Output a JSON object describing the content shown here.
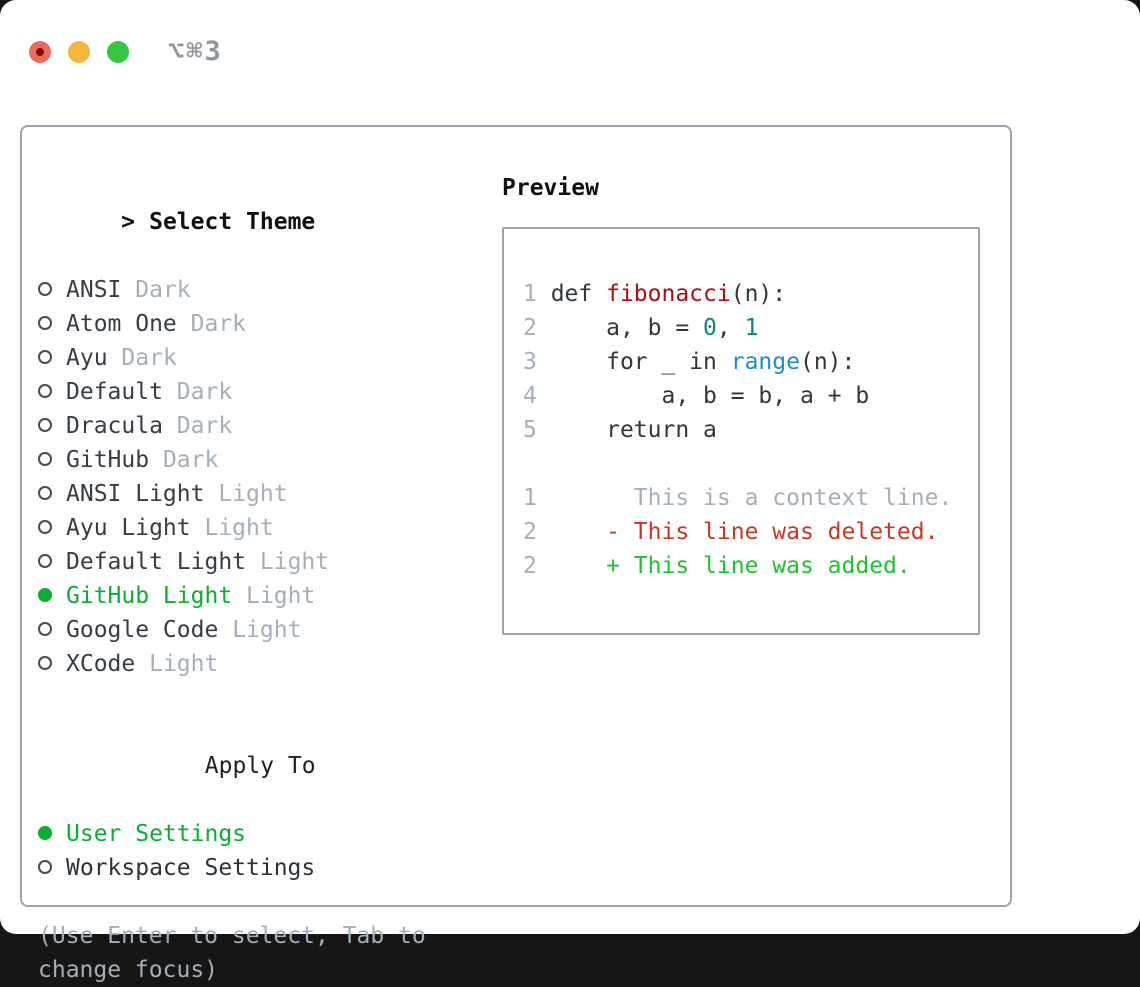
{
  "colors": {
    "traffic_red": "#ee6a5e",
    "traffic_red_dot": "#7d1007",
    "traffic_yellow": "#f5b63d",
    "traffic_green": "#36c63f",
    "title_gray": "#8f969d",
    "border_gray": "#9ba4ae",
    "text_dark": "#30373d",
    "muted_gray": "#a4afba",
    "selected_green": "#0bae35",
    "func_red": "#ae0e10",
    "number_teal": "#0e867b",
    "builtin_blue": "#1d8fc5",
    "diff_deleted_red": "#c43a24",
    "diff_added_green": "#20c230"
  },
  "titlebar": {
    "title": "⌥⌘3"
  },
  "sidebar": {
    "prompt": ">",
    "heading": "Select Theme",
    "themes": [
      {
        "name": "ANSI",
        "variant": "Dark",
        "selected": false
      },
      {
        "name": "Atom One",
        "variant": "Dark",
        "selected": false
      },
      {
        "name": "Ayu",
        "variant": "Dark",
        "selected": false
      },
      {
        "name": "Default",
        "variant": "Dark",
        "selected": false
      },
      {
        "name": "Dracula",
        "variant": "Dark",
        "selected": false
      },
      {
        "name": "GitHub",
        "variant": "Dark",
        "selected": false
      },
      {
        "name": "ANSI Light",
        "variant": "Light",
        "selected": false
      },
      {
        "name": "Ayu Light",
        "variant": "Light",
        "selected": false
      },
      {
        "name": "Default Light",
        "variant": "Light",
        "selected": false
      },
      {
        "name": "GitHub Light",
        "variant": "Light",
        "selected": true
      },
      {
        "name": "Google Code",
        "variant": "Light",
        "selected": false
      },
      {
        "name": "XCode",
        "variant": "Light",
        "selected": false
      }
    ],
    "apply_heading": "Apply To",
    "apply_options": [
      {
        "label": "User Settings",
        "selected": true
      },
      {
        "label": "Workspace Settings",
        "selected": false
      }
    ],
    "hint": "(Use Enter to select, Tab to change focus)"
  },
  "preview": {
    "heading": "Preview",
    "lines": [
      {
        "tokens": [
          {
            "t": "1 ",
            "c": "num"
          },
          {
            "t": "def ",
            "c": "plain"
          },
          {
            "t": "fibonacci",
            "c": "func"
          },
          {
            "t": "(n):",
            "c": "plain"
          }
        ]
      },
      {
        "tokens": [
          {
            "t": "2 ",
            "c": "num"
          },
          {
            "t": "    a, b = ",
            "c": "plain"
          },
          {
            "t": "0",
            "c": "number"
          },
          {
            "t": ", ",
            "c": "plain"
          },
          {
            "t": "1",
            "c": "number"
          }
        ]
      },
      {
        "tokens": [
          {
            "t": "3 ",
            "c": "num"
          },
          {
            "t": "    for _ in ",
            "c": "plain"
          },
          {
            "t": "range",
            "c": "builtin"
          },
          {
            "t": "(n):",
            "c": "plain"
          }
        ]
      },
      {
        "tokens": [
          {
            "t": "4 ",
            "c": "num"
          },
          {
            "t": "        a, b = b, a + b",
            "c": "plain"
          }
        ]
      },
      {
        "tokens": [
          {
            "t": "5 ",
            "c": "num"
          },
          {
            "t": "    return a",
            "c": "plain"
          }
        ]
      },
      {
        "tokens": []
      },
      {
        "tokens": [
          {
            "t": "1 ",
            "c": "num"
          },
          {
            "t": "      This is a context line.",
            "c": "ctx"
          }
        ]
      },
      {
        "tokens": [
          {
            "t": "2 ",
            "c": "num"
          },
          {
            "t": "    - This line was deleted.",
            "c": "del"
          }
        ]
      },
      {
        "tokens": [
          {
            "t": "2 ",
            "c": "num"
          },
          {
            "t": "    + This line was added.",
            "c": "add"
          }
        ]
      }
    ]
  }
}
